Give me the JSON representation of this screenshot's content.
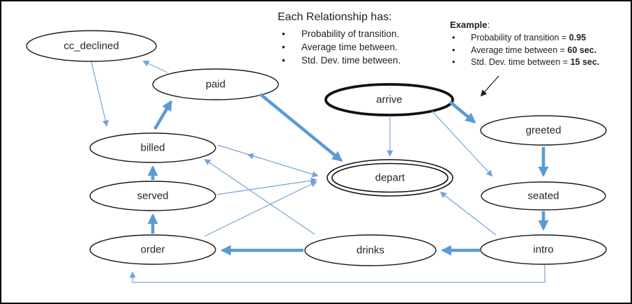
{
  "colors": {
    "arrow_thick": "#5B9BD5",
    "arrow_thin": "#74A3DB",
    "annotation_arrow": "#1a1a1a",
    "node_border": "#1a1a1a",
    "text": "#262626"
  },
  "relationship_info": {
    "title": "Each Relationship has:",
    "bullets": [
      "Probability of transition.",
      "Average time between.",
      "Std. Dev. time between."
    ]
  },
  "example": {
    "title": "Example",
    "title_suffix": ":",
    "bullets": [
      {
        "label": "Probability of transition = ",
        "value": "0.95"
      },
      {
        "label": "Average time between = ",
        "value": "60 sec."
      },
      {
        "label": "Std. Dev. time between = ",
        "value": "15 sec."
      }
    ]
  },
  "nodes": [
    {
      "id": "cc_declined",
      "label": "cc_declined",
      "style": "normal"
    },
    {
      "id": "paid",
      "label": "paid",
      "style": "normal"
    },
    {
      "id": "billed",
      "label": "billed",
      "style": "normal"
    },
    {
      "id": "served",
      "label": "served",
      "style": "normal"
    },
    {
      "id": "order",
      "label": "order",
      "style": "normal"
    },
    {
      "id": "drinks",
      "label": "drinks",
      "style": "normal"
    },
    {
      "id": "intro",
      "label": "intro",
      "style": "normal"
    },
    {
      "id": "seated",
      "label": "seated",
      "style": "normal"
    },
    {
      "id": "greeted",
      "label": "greeted",
      "style": "normal"
    },
    {
      "id": "arrive",
      "label": "arrive",
      "style": "bold-outline"
    },
    {
      "id": "depart",
      "label": "depart",
      "style": "double-outline"
    }
  ],
  "edges": [
    {
      "from": "arrive",
      "to": "greeted",
      "weight": "thick"
    },
    {
      "from": "greeted",
      "to": "seated",
      "weight": "thick"
    },
    {
      "from": "seated",
      "to": "intro",
      "weight": "thick"
    },
    {
      "from": "intro",
      "to": "drinks",
      "weight": "thick"
    },
    {
      "from": "drinks",
      "to": "order",
      "weight": "thick"
    },
    {
      "from": "order",
      "to": "served",
      "weight": "thick"
    },
    {
      "from": "served",
      "to": "billed",
      "weight": "thick"
    },
    {
      "from": "billed",
      "to": "paid",
      "weight": "thick"
    },
    {
      "from": "paid",
      "to": "depart",
      "weight": "thick"
    },
    {
      "from": "paid",
      "to": "cc_declined",
      "weight": "thin"
    },
    {
      "from": "cc_declined",
      "to": "billed",
      "weight": "thin"
    },
    {
      "from": "arrive",
      "to": "depart",
      "weight": "thin"
    },
    {
      "from": "arrive",
      "to": "seated",
      "weight": "thin"
    },
    {
      "from": "billed",
      "to": "depart",
      "weight": "thin"
    },
    {
      "from": "served",
      "to": "depart",
      "weight": "thin"
    },
    {
      "from": "order",
      "to": "depart",
      "weight": "thin"
    },
    {
      "from": "drinks",
      "to": "billed",
      "weight": "thin"
    },
    {
      "from": "intro",
      "to": "depart",
      "weight": "thin"
    },
    {
      "from": "intro",
      "to": "order",
      "weight": "thin"
    }
  ]
}
